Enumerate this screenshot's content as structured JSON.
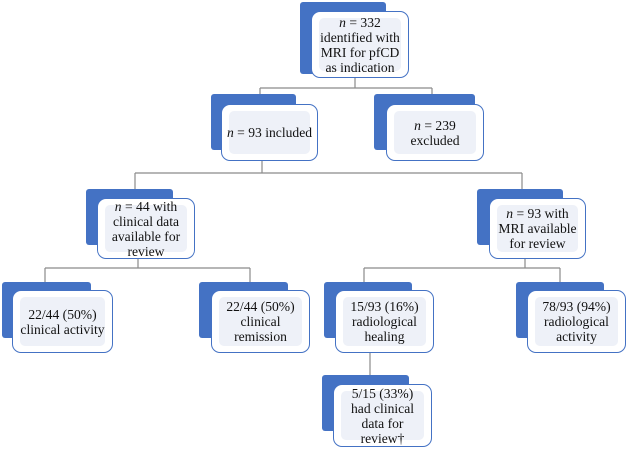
{
  "nodes": {
    "identified": {
      "lines": [
        {
          "n": "n",
          "rest": " = 332"
        },
        "identified with",
        "MRI for pfCD",
        "as indication"
      ]
    },
    "included": {
      "lines": [
        {
          "n": "n",
          "rest": " = 93 included"
        }
      ]
    },
    "excluded": {
      "lines": [
        {
          "n": "n",
          "rest": " = 239"
        },
        "excluded"
      ]
    },
    "clinical_data": {
      "lines": [
        {
          "n": "n",
          "rest": " = 44 with"
        },
        "clinical data",
        "available for",
        "review"
      ]
    },
    "mri_available": {
      "lines": [
        {
          "n": "n",
          "rest": " = 93 with"
        },
        "MRI available",
        "for review"
      ]
    },
    "clinical_activity": {
      "lines": [
        "22/44 (50%)",
        "clinical activity"
      ]
    },
    "clinical_remission": {
      "lines": [
        "22/44 (50%)",
        "clinical",
        "remission"
      ]
    },
    "radiological_healing": {
      "lines": [
        "15/93 (16%)",
        "radiological",
        "healing"
      ]
    },
    "radiological_activity": {
      "lines": [
        "78/93 (94%)",
        "radiological",
        "activity"
      ]
    },
    "had_clinical_data": {
      "lines": [
        "5/15 (33%)",
        "had clinical",
        "data for",
        "review†"
      ]
    }
  },
  "colors": {
    "accent": "#4472c4",
    "fill": "#eef1f8",
    "line": "#8a8a8a"
  }
}
